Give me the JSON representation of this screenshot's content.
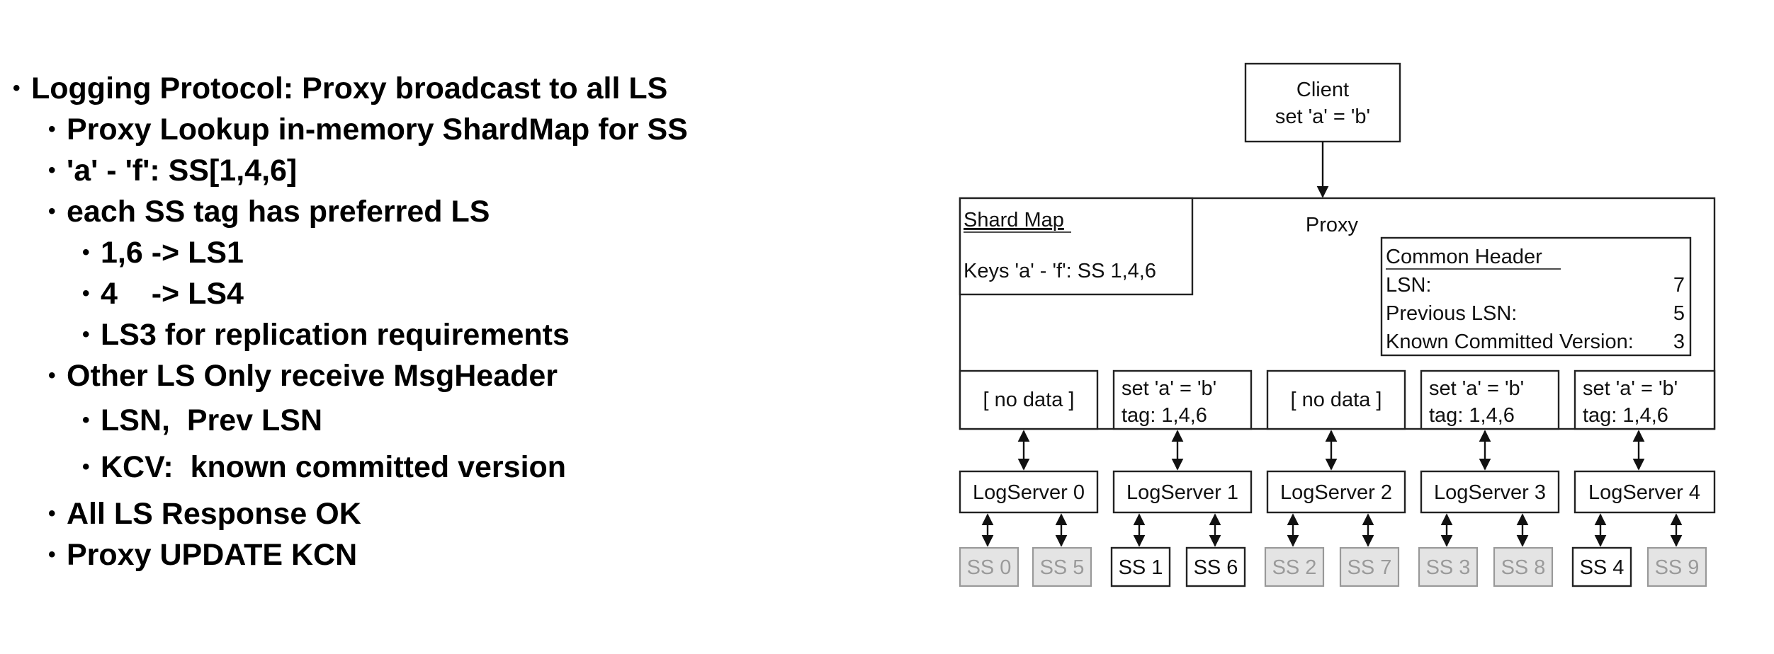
{
  "bullets": [
    {
      "text": "Logging Protocol: Proxy broadcast to all LS",
      "level": 0
    },
    {
      "text": "Proxy Lookup in-memory ShardMap for SS",
      "level": 1
    },
    {
      "text": "'a' - 'f': SS[1,4,6]",
      "level": 1
    },
    {
      "text": "each SS tag has preferred LS",
      "level": 1
    },
    {
      "text": "1,6 -> LS1",
      "level": 2
    },
    {
      "text": "4    -> LS4",
      "level": 2
    },
    {
      "text": "LS3 for replication requirements",
      "level": 2
    },
    {
      "text": "Other LS Only receive MsgHeader",
      "level": 1
    },
    {
      "text": "LSN,  Prev LSN",
      "level": 2
    },
    {
      "text": "KCV:  known committed version",
      "level": 2
    },
    {
      "text": "All LS Response OK",
      "level": 1
    },
    {
      "text": "Proxy UPDATE KCN",
      "level": 1
    }
  ],
  "diagram": {
    "client": {
      "line1": "Client",
      "line2": "set 'a' = 'b'"
    },
    "proxy": {
      "label": "Proxy"
    },
    "shard_map": {
      "title": "Shard Map",
      "keys": "Keys 'a' - 'f': SS 1,4,6"
    },
    "common_header": {
      "title": "Common Header",
      "rows": [
        {
          "label": "LSN:",
          "value": "7"
        },
        {
          "label": "Previous LSN:",
          "value": "5"
        },
        {
          "label": "Known Committed Version:",
          "value": "3"
        }
      ]
    },
    "messages": [
      {
        "line1": "[ no data ]",
        "line2": ""
      },
      {
        "line1": "set 'a' = 'b'",
        "line2": "tag: 1,4,6"
      },
      {
        "line1": "[ no data ]",
        "line2": ""
      },
      {
        "line1": "set 'a' = 'b'",
        "line2": "tag: 1,4,6"
      },
      {
        "line1": "set 'a' = 'b'",
        "line2": "tag: 1,4,6"
      }
    ],
    "log_servers": [
      "LogServer 0",
      "LogServer 1",
      "LogServer 2",
      "LogServer 3",
      "LogServer 4"
    ],
    "storage_servers": [
      {
        "left": "SS 0",
        "right": "SS 5",
        "left_active": false,
        "right_active": false
      },
      {
        "left": "SS 1",
        "right": "SS 6",
        "left_active": true,
        "right_active": true
      },
      {
        "left": "SS 2",
        "right": "SS 7",
        "left_active": false,
        "right_active": false
      },
      {
        "left": "SS 3",
        "right": "SS 8",
        "left_active": false,
        "right_active": false
      },
      {
        "left": "SS 4",
        "right": "SS 9",
        "left_active": true,
        "right_active": false
      }
    ],
    "colors": {
      "line": "#111111",
      "inactive_fill": "#e4e4e4",
      "inactive_text": "#9a9a9a"
    }
  }
}
